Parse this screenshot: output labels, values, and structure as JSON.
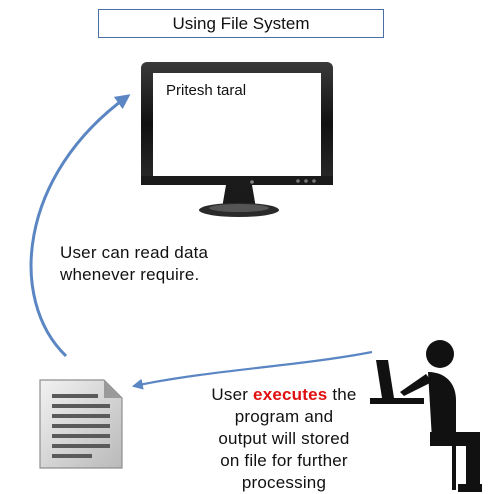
{
  "title": "Using File System",
  "monitor": {
    "screen_text": "Pritesh taral"
  },
  "captions": {
    "read": {
      "line1": "User can read data",
      "line2": "whenever require."
    },
    "exec": {
      "pre": "User ",
      "highlight": "executes",
      "post": " the",
      "line2": "program and",
      "line3": "output will stored",
      "line4": "on file for further",
      "line5": "processing"
    }
  },
  "colors": {
    "arrow": "#5b86c4",
    "highlight": "#e01010",
    "title_border": "#4a6fa5",
    "silhouette": "#111111"
  },
  "icons": [
    "monitor-icon",
    "document-icon",
    "user-at-computer-icon"
  ]
}
